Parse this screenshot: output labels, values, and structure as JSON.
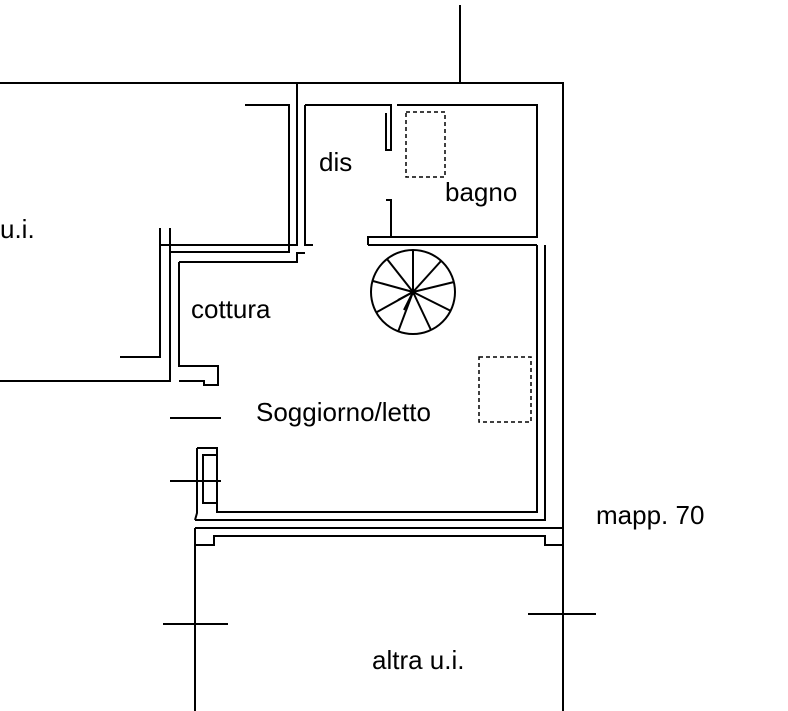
{
  "labels": {
    "dis": "dis",
    "bagno": "bagno",
    "cottura": "cottura",
    "soggiorno": "Soggiorno/letto",
    "mapp": "mapp. 70",
    "altra_bottom": "altra u.i.",
    "altra_left": "u.i."
  },
  "colors": {
    "ink": "#000000",
    "paper": "#ffffff"
  }
}
